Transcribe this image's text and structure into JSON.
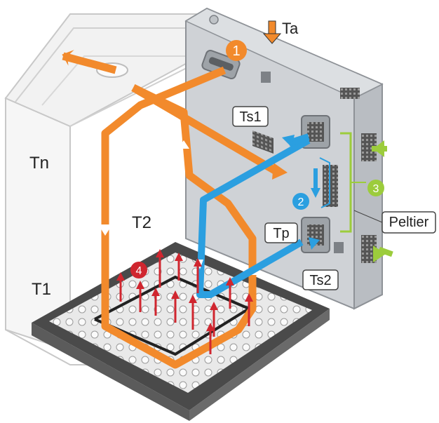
{
  "labels": {
    "ta": "Ta",
    "ts1": "Ts1",
    "tn": "Tn",
    "t2": "T2",
    "tp": "Tp",
    "ts2": "Ts2",
    "t1": "T1",
    "peltier": "Peltier"
  },
  "markers": {
    "m1": "1",
    "m2": "2",
    "m3": "3",
    "m4": "4"
  },
  "colors": {
    "orange": "#f28a2c",
    "blue": "#2b9fe0",
    "green": "#9ccc3c",
    "red": "#d0262f",
    "panel": "#cfd2d6"
  }
}
